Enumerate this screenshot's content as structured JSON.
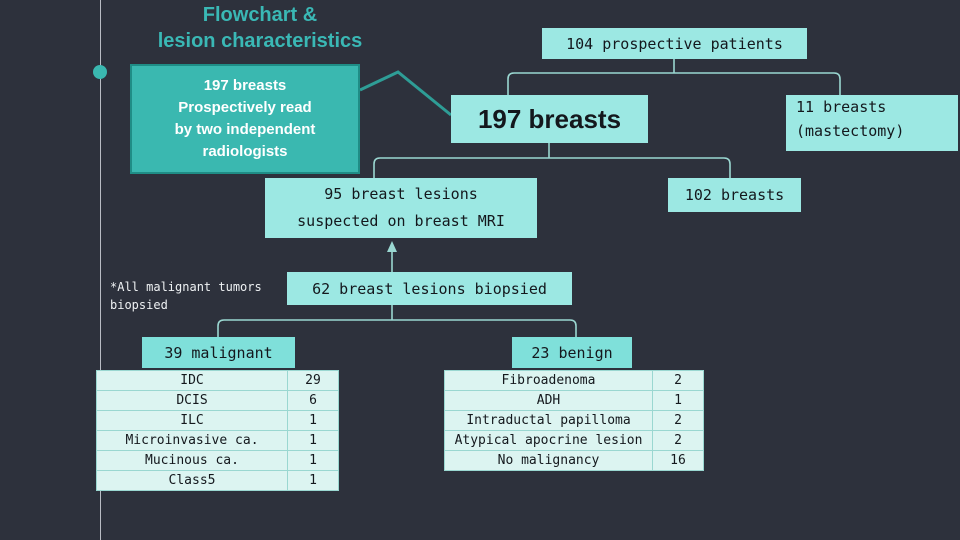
{
  "title": {
    "line1": "Flowchart &",
    "line2": "lesion characteristics"
  },
  "colors": {
    "background": "#2d313c",
    "accent_teal": "#3ab8b0",
    "box_light": "#9ce8e3",
    "box_header": "#7fe0da",
    "table_cell": "#dcf4f1",
    "connector": "#9ad7d1",
    "title_text": "#3ab8b5"
  },
  "boxes": {
    "intro": "197 breasts\nProspectively read\nby two independent\nradiologists",
    "intro_lines": [
      "197 breasts",
      "Prospectively read",
      "by two independent",
      "radiologists"
    ],
    "patients": "104 prospective patients",
    "breasts_total": "197 breasts",
    "mastectomy_lines": [
      "11 breasts",
      "(mastectomy)"
    ],
    "lesions_suspected_lines": [
      "95 breast lesions",
      "suspected on breast MRI"
    ],
    "breasts_102": "102 breasts",
    "lesions_biopsied": "62 breast lesions biopsied",
    "malignant_header": "39 malignant",
    "benign_header": "23 benign"
  },
  "note": {
    "line1": "*All malignant tumors",
    "line2": "biopsied"
  },
  "chart_data": {
    "type": "table",
    "title": "Flowchart & lesion characteristics",
    "tables": [
      {
        "name": "malignant",
        "header": "39 malignant",
        "rows": [
          {
            "label": "IDC",
            "value": "29"
          },
          {
            "label": "DCIS",
            "value": "6"
          },
          {
            "label": "ILC",
            "value": "1"
          },
          {
            "label": "Microinvasive ca.",
            "value": "1"
          },
          {
            "label": "Mucinous ca.",
            "value": "1"
          },
          {
            "label": "Class5",
            "value": "1"
          }
        ]
      },
      {
        "name": "benign",
        "header": "23 benign",
        "rows": [
          {
            "label": "Fibroadenoma",
            "value": "2"
          },
          {
            "label": "ADH",
            "value": "1"
          },
          {
            "label": "Intraductal papilloma",
            "value": "2"
          },
          {
            "label": "Atypical apocrine lesion",
            "value": "2"
          },
          {
            "label": "No malignancy",
            "value": "16"
          }
        ]
      }
    ],
    "flow": {
      "nodes": [
        "104 prospective patients",
        "197 breasts",
        "11 breasts (mastectomy)",
        "95 breast lesions suspected on breast MRI",
        "102 breasts",
        "62 breast lesions biopsied",
        "39 malignant",
        "23 benign"
      ],
      "edges": [
        [
          "104 prospective patients",
          "197 breasts"
        ],
        [
          "104 prospective patients",
          "11 breasts (mastectomy)"
        ],
        [
          "197 breasts",
          "95 breast lesions suspected on breast MRI"
        ],
        [
          "197 breasts",
          "102 breasts"
        ],
        [
          "62 breast lesions biopsied",
          "95 breast lesions suspected on breast MRI"
        ],
        [
          "62 breast lesions biopsied",
          "39 malignant"
        ],
        [
          "62 breast lesions biopsied",
          "23 benign"
        ]
      ]
    }
  }
}
